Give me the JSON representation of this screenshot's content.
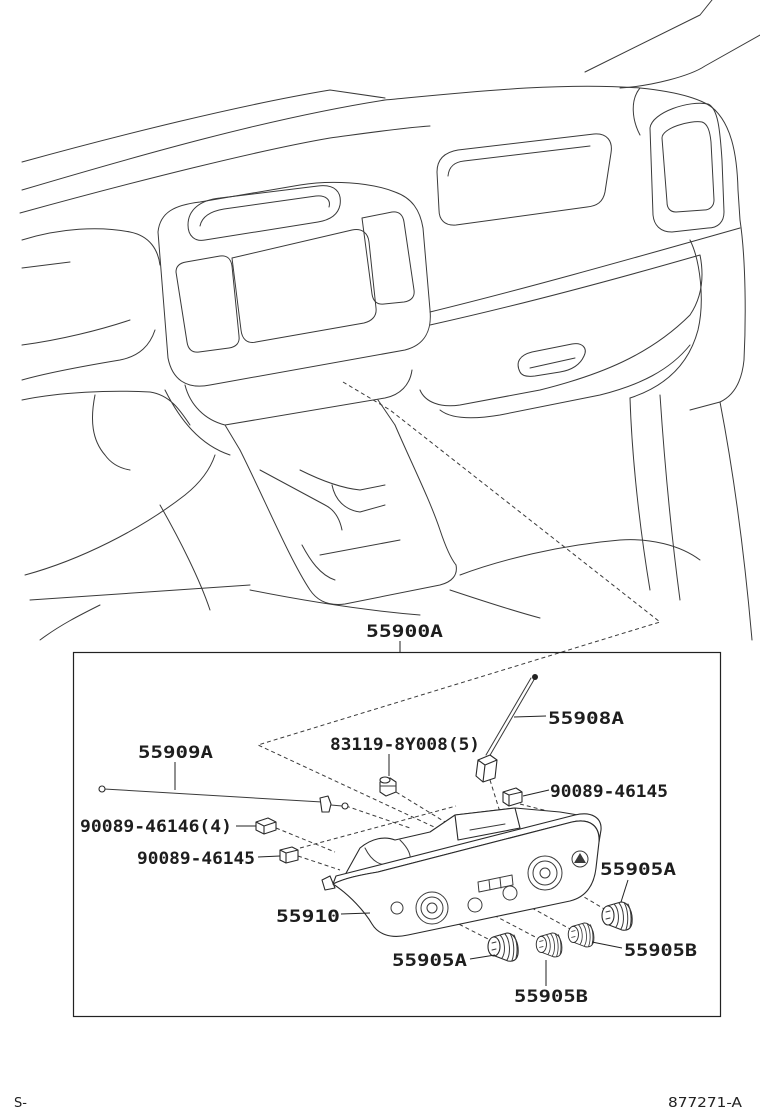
{
  "diagram": {
    "assembly": "55900A",
    "callouts": [
      "55908A",
      "83119-8Y008(5)",
      "55909A",
      "90089-46145",
      "90089-46146(4)",
      "90089-46145",
      "55905A",
      "55910",
      "55905B",
      "55905A",
      "55905B"
    ]
  },
  "footer": {
    "left": "S-",
    "right": "877271-A"
  }
}
